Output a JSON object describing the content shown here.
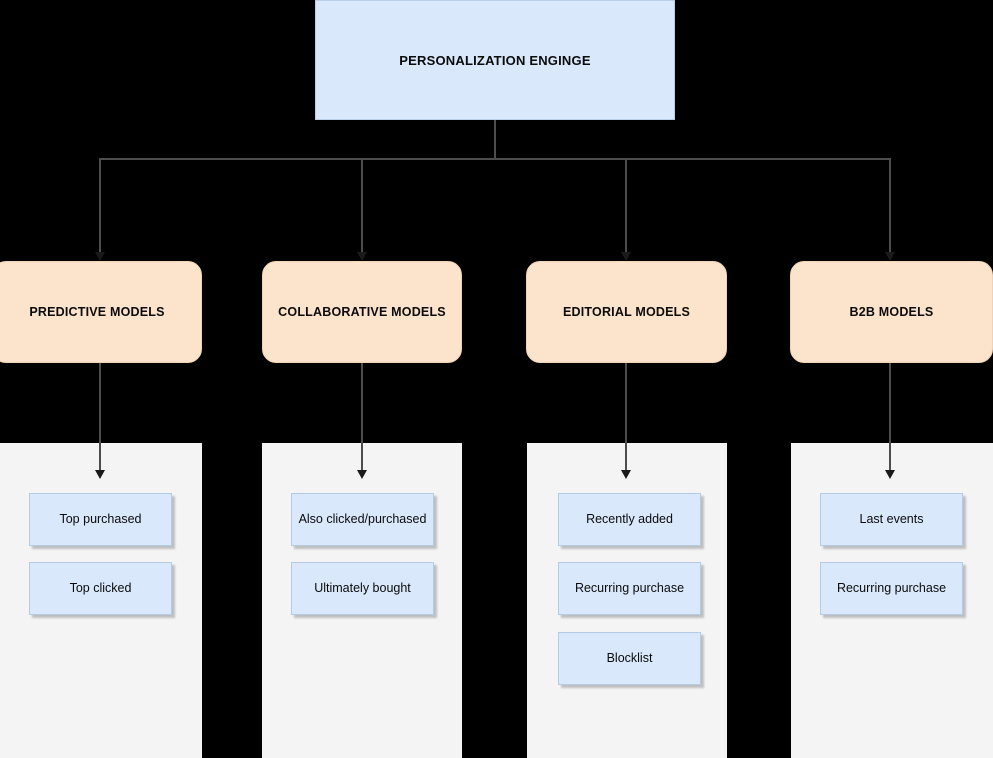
{
  "diagram": {
    "background_color": "#000000",
    "root": {
      "label": "PERSONALIZATION ENGINGE",
      "fill": "#d9e8fb"
    },
    "categories": [
      {
        "label": "PREDICTIVE MODELS",
        "fill": "#fce3cb"
      },
      {
        "label": "COLLABORATIVE MODELS",
        "fill": "#fce3cb"
      },
      {
        "label": "EDITORIAL MODELS",
        "fill": "#fce3cb"
      },
      {
        "label": "B2B MODELS",
        "fill": "#fce3cb"
      }
    ],
    "columns": [
      {
        "panel_fill": "#f4f4f4",
        "items": [
          {
            "label": "Top purchased"
          },
          {
            "label": "Top clicked"
          }
        ]
      },
      {
        "panel_fill": "#f4f4f4",
        "items": [
          {
            "label": "Also clicked/purchased"
          },
          {
            "label": "Ultimately bought"
          }
        ]
      },
      {
        "panel_fill": "#f4f4f4",
        "items": [
          {
            "label": "Recently added"
          },
          {
            "label": "Recurring purchase"
          },
          {
            "label": "Blocklist"
          }
        ]
      },
      {
        "panel_fill": "#f4f4f4",
        "items": [
          {
            "label": "Last events"
          },
          {
            "label": "Recurring purchase"
          }
        ]
      }
    ]
  }
}
